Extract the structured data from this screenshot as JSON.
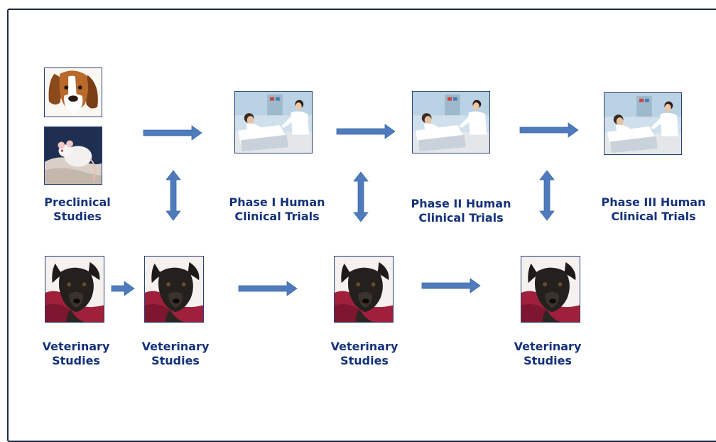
{
  "labels": {
    "preclinical": [
      "Preclinical",
      "Studies"
    ],
    "phase1": [
      "Phase I Human",
      "Clinical Trials"
    ],
    "phase2": [
      "Phase II Human",
      "Clinical Trials"
    ],
    "phase3": [
      "Phase III Human",
      "Clinical Trials"
    ],
    "vet": [
      "Veterinary",
      "Studies"
    ]
  },
  "colors": {
    "label": "#14327a",
    "arrow": "#4f7bbd",
    "border": "#2a3f73"
  },
  "images": {
    "beagle": "beagle-dog-photo",
    "mouse": "white-mouse-in-hand-photo",
    "patient": "hospital-patient-with-doctor-photo",
    "dog": "black-dog-on-red-blanket-photo"
  }
}
